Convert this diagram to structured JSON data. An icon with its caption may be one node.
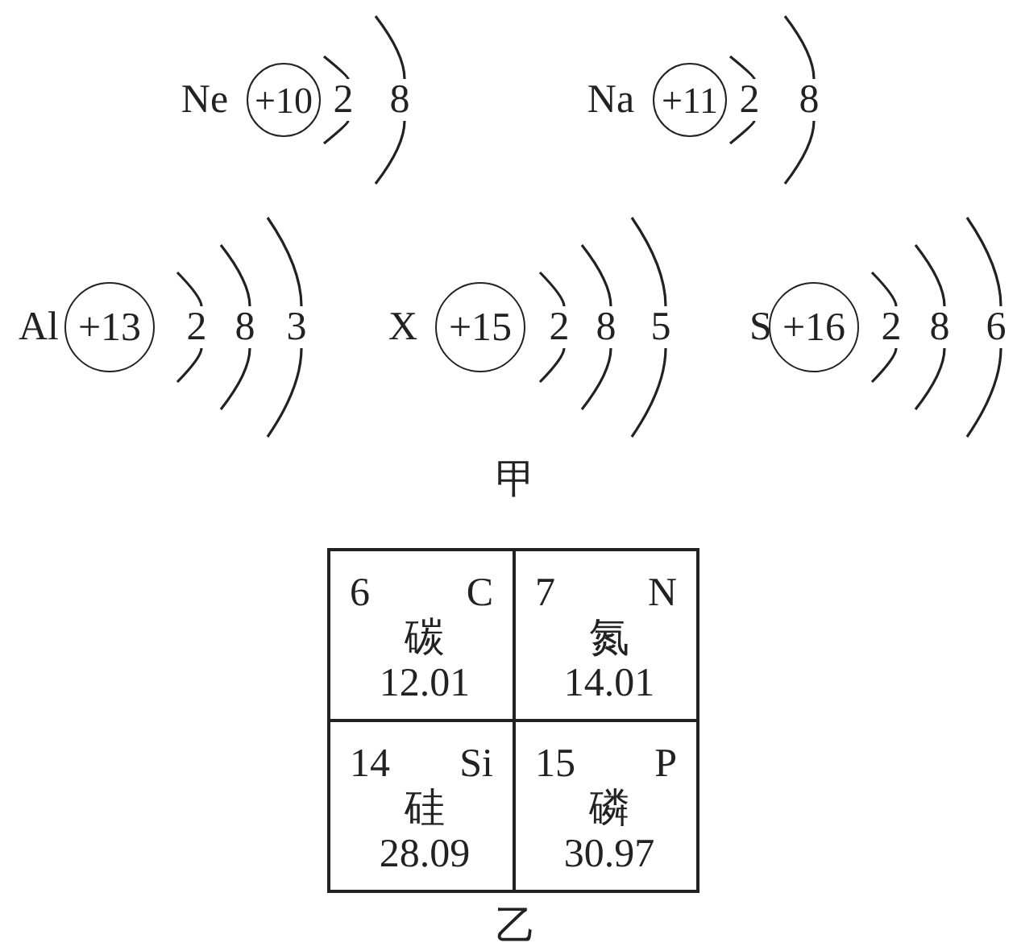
{
  "diagram": {
    "nodes": [
      {
        "text": [
          "+10"
        ],
        "beside": [
          "Ne",
          "2",
          "8"
        ]
      },
      {
        "text": [
          "+11"
        ],
        "beside": [
          "Na",
          "2",
          "8"
        ]
      },
      {
        "text": [
          "+13"
        ],
        "beside": [
          "Al",
          "2",
          "8",
          "3"
        ]
      },
      {
        "text": [
          "+15"
        ],
        "beside": [
          "X",
          "2",
          "8",
          "5"
        ]
      },
      {
        "text": [
          "+16"
        ],
        "beside": [
          "S",
          "2",
          "8",
          "6"
        ]
      },
      {
        "text": [
          "6",
          "C",
          "碳",
          "12.01"
        ]
      },
      {
        "text": [
          "7",
          "N",
          "氮",
          "14.01"
        ]
      },
      {
        "text": [
          "14",
          "Si",
          "硅",
          "28.09"
        ]
      },
      {
        "text": [
          "15",
          "P",
          "磷",
          "30.97"
        ]
      }
    ],
    "labels": [
      "甲",
      "乙"
    ]
  }
}
